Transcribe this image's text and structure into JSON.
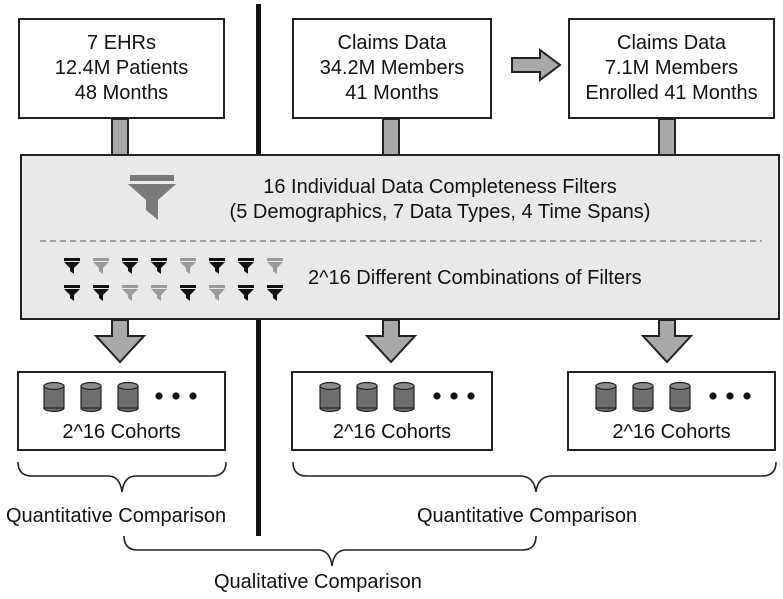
{
  "sources": [
    {
      "lines": [
        "7 EHRs",
        "12.4M Patients",
        "48 Months"
      ]
    },
    {
      "lines": [
        "Claims Data",
        "34.2M Members",
        "41 Months"
      ]
    },
    {
      "lines": [
        "Claims Data",
        "7.1M Members",
        "Enrolled 41 Months"
      ]
    }
  ],
  "filter_panel": {
    "line1": "16 Individual Data Completeness Filters",
    "line2": "(5 Demographics, 7 Data Types, 4 Time Spans)",
    "combinations": "2^16 Different Combinations of Filters"
  },
  "cohorts": [
    {
      "label": "2^16 Cohorts"
    },
    {
      "label": "2^16 Cohorts"
    },
    {
      "label": "2^16 Cohorts"
    }
  ],
  "comparisons": {
    "left": "Quantitative Comparison",
    "right": "Quantitative Comparison",
    "bottom": "Qualitative Comparison"
  },
  "colors": {
    "panel_fill": "#e9e9e9",
    "arrow_fill": "#a8a8a8",
    "funnel_dark": "#111111",
    "funnel_light": "#9a9a9a",
    "big_funnel": "#7a7a7a",
    "cylinder": "#6e6e6e"
  }
}
